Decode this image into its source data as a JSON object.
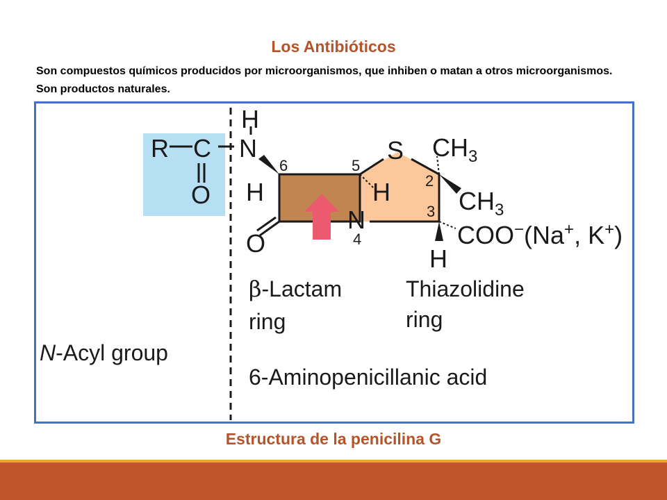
{
  "slide": {
    "title": "Los Antibióticos",
    "intro": "Son compuestos químicos producidos por microorganismos, que inhiben o matan a otros microorganismos. Son productos naturales.",
    "caption": "Estructura de la penicilina G"
  },
  "diagram": {
    "colors": {
      "acyl_box": "#b6dff3",
      "lactam_ring": "#c08550",
      "thiazolidine_ring": "#fcc79a",
      "arrow": "#ec5a6f",
      "frame": "#4472c4"
    },
    "atoms": {
      "R": "R",
      "C": "C",
      "O_carbonyl": "O",
      "H_amide": "H",
      "N_amide": "N",
      "H6": "H",
      "H5": "H",
      "S": "S",
      "N4": "N",
      "O_lactam": "O",
      "H3": "H"
    },
    "groups": {
      "ch3_top": "CH",
      "ch3_top_sub": "3",
      "ch3_bottom": "CH",
      "ch3_bottom_sub": "3",
      "carboxylate_base": "COO",
      "carboxylate_charge": "−",
      "counterion_open": "(Na",
      "counterion_sep": ", K",
      "counterion_charge": "+",
      "counterion_close": ")"
    },
    "numbers": {
      "n6": "6",
      "n5": "5",
      "n2": "2",
      "n3": "3",
      "n4": "4"
    },
    "labels": {
      "beta_symbol": "β",
      "lactam_line1": "-Lactam",
      "lactam_line2": "ring",
      "thiazolidine_line1": "Thiazolidine",
      "thiazolidine_line2": "ring",
      "acyl_italic": "N",
      "acyl_rest": "-Acyl group",
      "aminopenicillanic": "6-Aminopenicillanic acid"
    }
  }
}
